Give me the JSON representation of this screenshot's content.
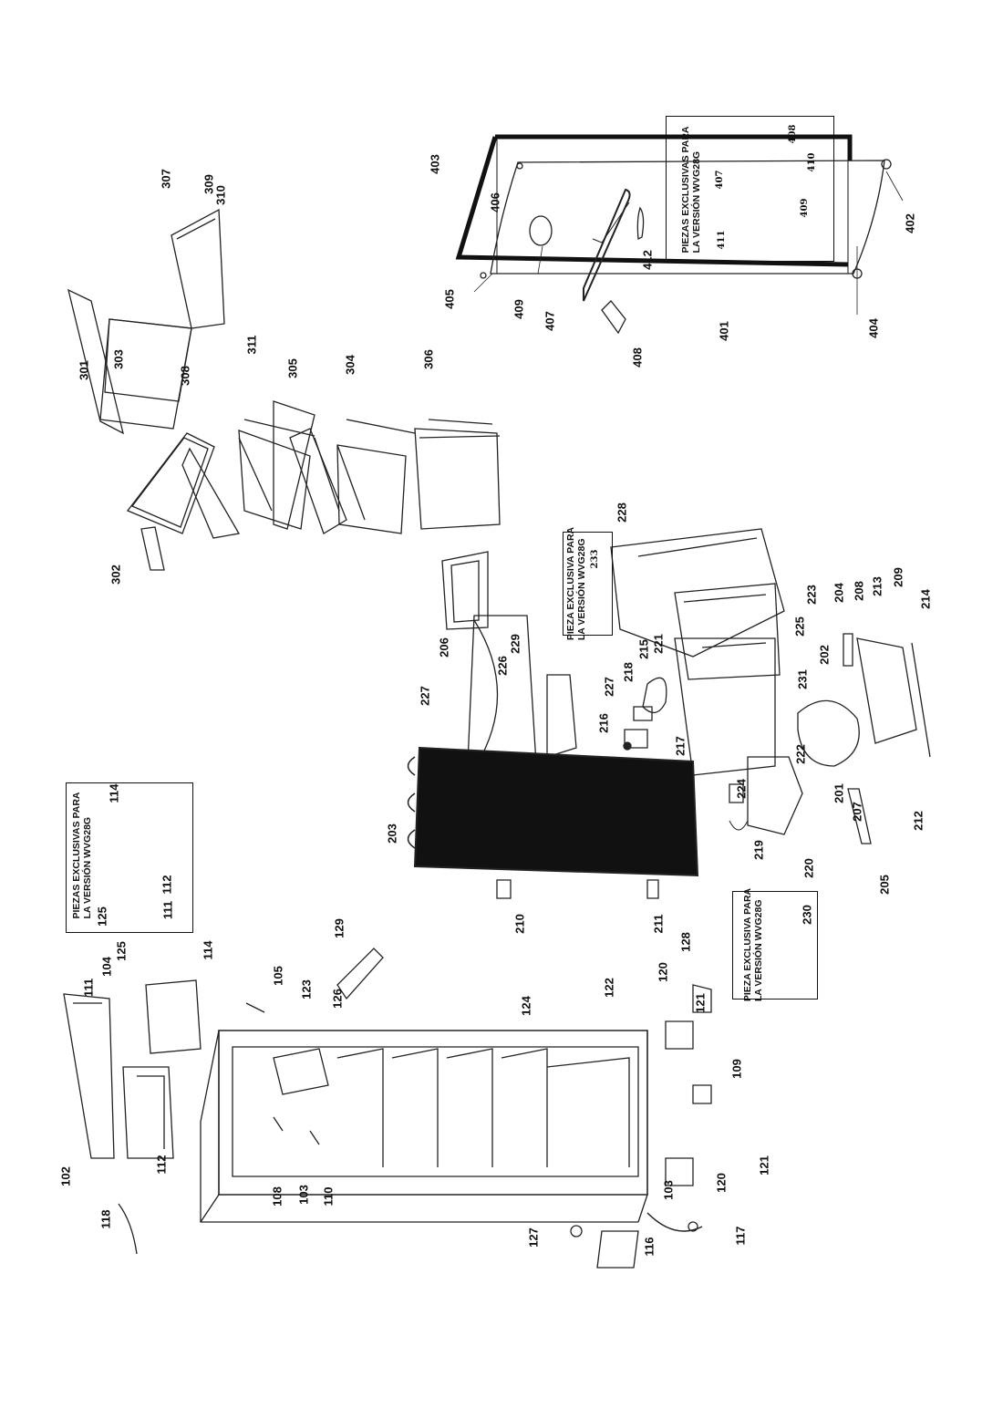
{
  "insets": {
    "door": "PIEZAS EXCLUSIVAS PARA\nLA VERSIÓN WVG28G",
    "compressor": "PIEZA EXCLUSIVA PARA\nLA VERSIÓN WVG28G",
    "evaporator": "PIEZA EXCLUSIVA PARA\nLA VERSIÓN WVG28G",
    "control": "PIEZAS EXCLUSIVAS PARA\nLA VERSIÓN WVG28G"
  },
  "parts": {
    "p102": "102",
    "p103a": "103",
    "p103b": "103",
    "p104": "104",
    "p105": "105",
    "p108": "108",
    "p109": "109",
    "p110": "110",
    "p111a": "111",
    "p111b": "111",
    "p112a": "112",
    "p112b": "112",
    "p114a": "114",
    "p114b": "114",
    "p116": "116",
    "p117": "117",
    "p118": "118",
    "p120a": "120",
    "p120b": "120",
    "p121a": "121",
    "p121b": "121",
    "p122": "122",
    "p123": "123",
    "p124": "124",
    "p125a": "125",
    "p125b": "125",
    "p126": "126",
    "p127": "127",
    "p128": "128",
    "p129": "129",
    "p201": "201",
    "p202": "202",
    "p203": "203",
    "p204": "204",
    "p205": "205",
    "p206": "206",
    "p207": "207",
    "p208": "208",
    "p209": "209",
    "p210": "210",
    "p211": "211",
    "p212": "212",
    "p213": "213",
    "p214": "214",
    "p215": "215",
    "p216": "216",
    "p217": "217",
    "p218": "218",
    "p219": "219",
    "p220": "220",
    "p221": "221",
    "p222": "222",
    "p223": "223",
    "p224": "224",
    "p225": "225",
    "p226": "226",
    "p227a": "227",
    "p227b": "227",
    "p228": "228",
    "p229": "229",
    "p230": "230",
    "p231": "231",
    "p233": "233",
    "p301": "301",
    "p302": "302",
    "p303": "303",
    "p304": "304",
    "p305": "305",
    "p306": "306",
    "p307": "307",
    "p308": "308",
    "p309": "309",
    "p310": "310",
    "p311": "311",
    "p401": "401",
    "p402": "402",
    "p403": "403",
    "p404": "404",
    "p405": "405",
    "p406": "406",
    "p407a": "407",
    "p407b": "407",
    "p408a": "408",
    "p408b": "408",
    "p409a": "409",
    "p409b": "409",
    "p410": "410",
    "p411": "411",
    "p412": "412"
  }
}
